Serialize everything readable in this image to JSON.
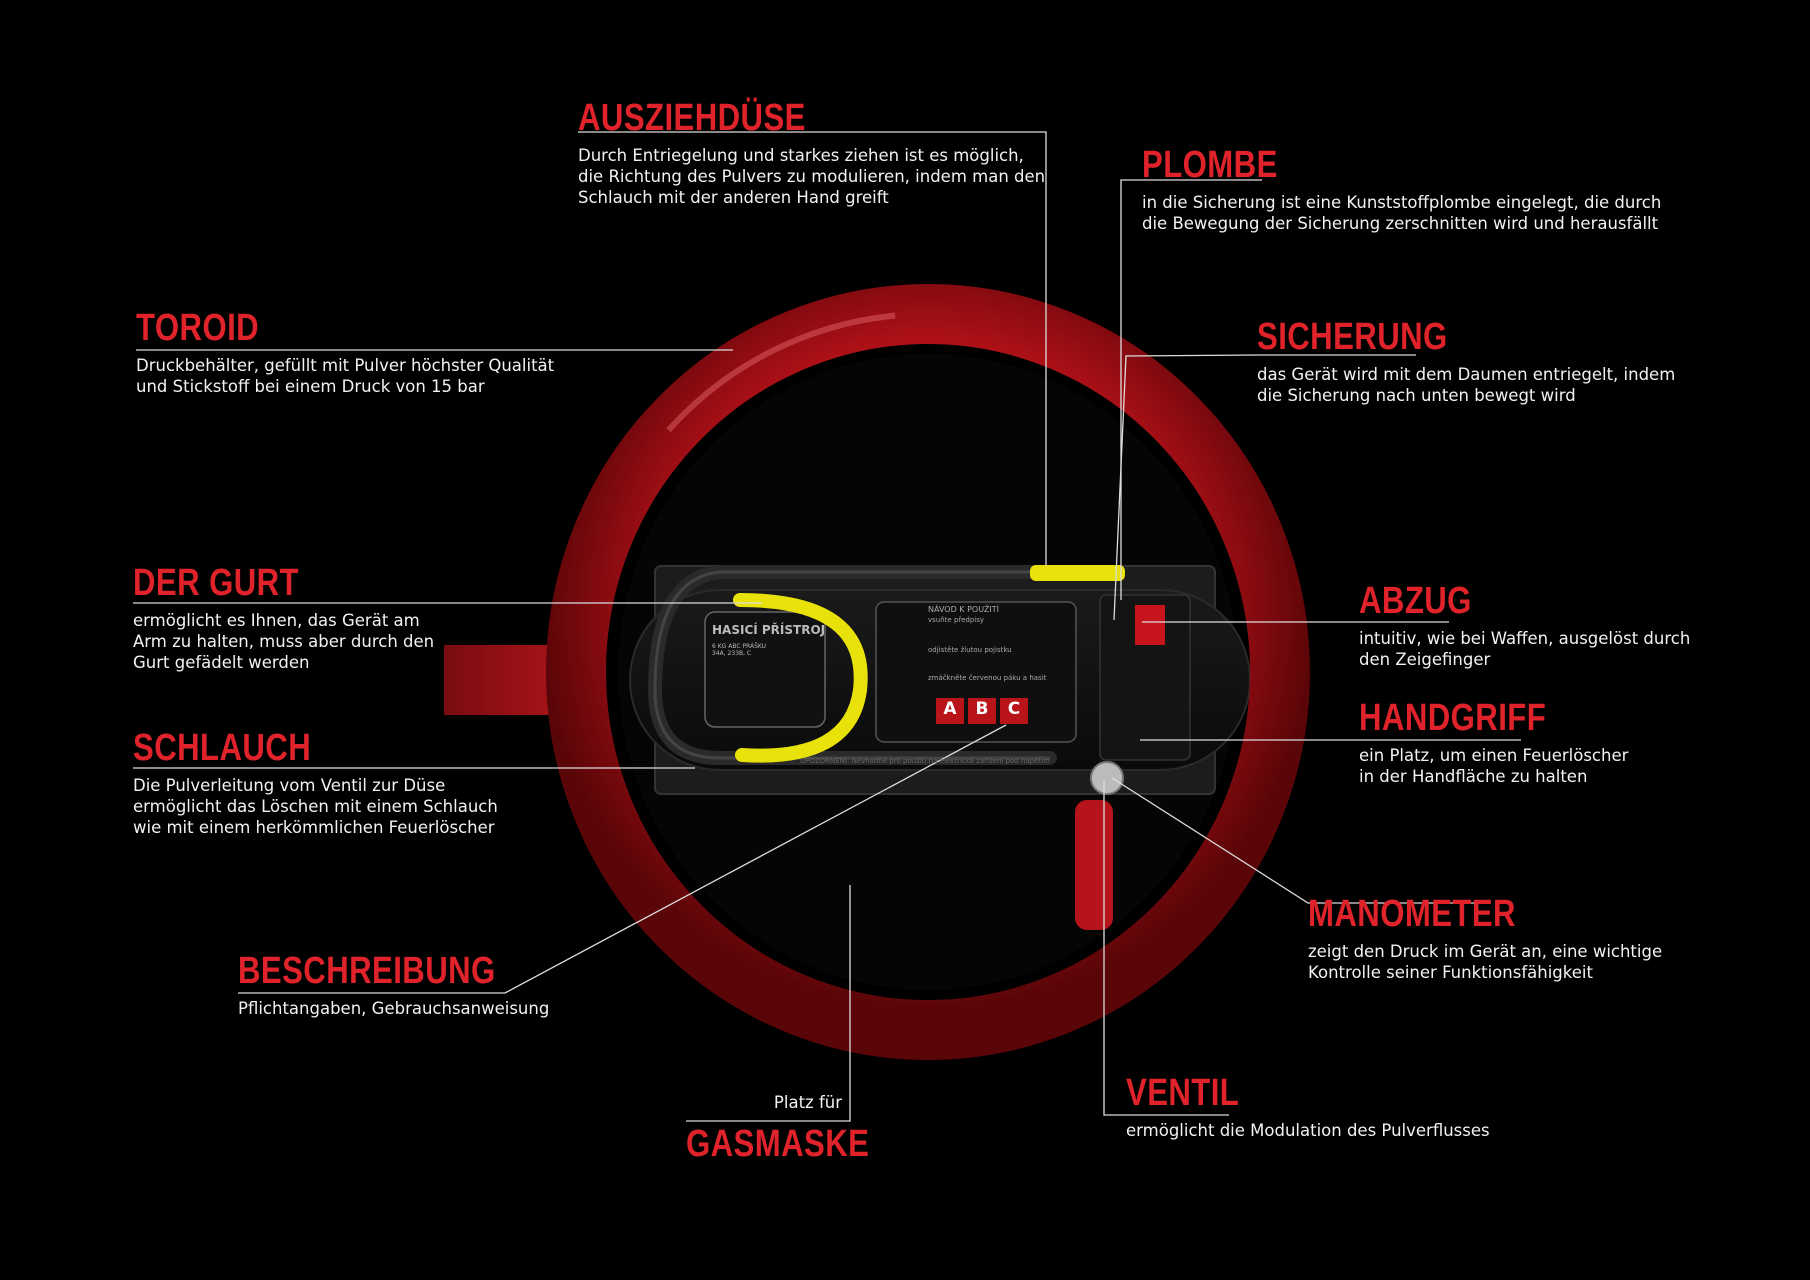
{
  "callouts": {
    "ausziehduese": {
      "title": "AUSZIEHDÜSE",
      "text": "Durch Entriegelung und starkes ziehen ist es möglich,\ndie Richtung des Pulvers zu modulieren, indem man den\nSchlauch mit der anderen Hand greift"
    },
    "plombe": {
      "title": "PLOMBE",
      "text": "in die Sicherung ist eine Kunststoffplombe eingelegt, die durch\ndie Bewegung der Sicherung zerschnitten wird und herausfällt"
    },
    "toroid": {
      "title": "TOROID",
      "text": "Druckbehälter, gefüllt mit Pulver höchster Qualität\nund Stickstoff bei einem Druck von 15 bar"
    },
    "sicherung": {
      "title": "SICHERUNG",
      "text": "das Gerät wird mit dem Daumen entriegelt, indem\ndie Sicherung nach unten bewegt wird"
    },
    "der_gurt": {
      "title": "DER GURT",
      "text": "ermöglicht es Ihnen, das Gerät am\nArm zu halten, muss aber durch den\nGurt gefädelt werden"
    },
    "abzug": {
      "title": "ABZUG",
      "text": "intuitiv, wie bei Waffen, ausgelöst durch\nden Zeigefinger"
    },
    "schlauch": {
      "title": "SCHLAUCH",
      "text": "Die Pulverleitung vom Ventil zur Düse\nermöglicht das Löschen mit einem Schlauch\nwie mit einem herkömmlichen Feuerlöscher"
    },
    "handgriff": {
      "title": "HANDGRIFF",
      "text": "ein Platz, um einen Feuerlöscher\nin der Handfläche zu halten"
    },
    "manometer": {
      "title": "MANOMETER",
      "text": "zeigt den Druck im Gerät an, eine wichtige\nKontrolle seiner Funktionsfähigkeit"
    },
    "beschreibung": {
      "title": "BESCHREIBUNG",
      "text": "Pflichtangaben, Gebrauchsanweisung"
    },
    "ventil": {
      "title": "VENTIL",
      "text": "ermöglicht die Modulation des Pulverflusses"
    },
    "gasmaske": {
      "title": "GASMASKE",
      "text": "Platz für"
    }
  },
  "product_label": {
    "title": "HASICÍ PŘÍSTROJ",
    "subtitle": "6 KG ABC PRÁŠKU",
    "rating": "34A, 233B, C",
    "manual_title": "NÁVOD K POUŽITÍ",
    "step1": "vsuňte předpisy",
    "step2": "odjistěte žlutou pojistku",
    "step3": "zmáčkněte červenou páku a hasit",
    "class_a": "A",
    "class_b": "B",
    "class_c": "C",
    "warning": "UPOZORNĚNÍ: Nevhodné pro použití na elektrická zařízení pod napětím"
  },
  "colors": {
    "background": "#000000",
    "accent": "#e0232b",
    "ring": "#c8141c",
    "text": "#ffffff",
    "hose_tip": "#e8e20a"
  }
}
